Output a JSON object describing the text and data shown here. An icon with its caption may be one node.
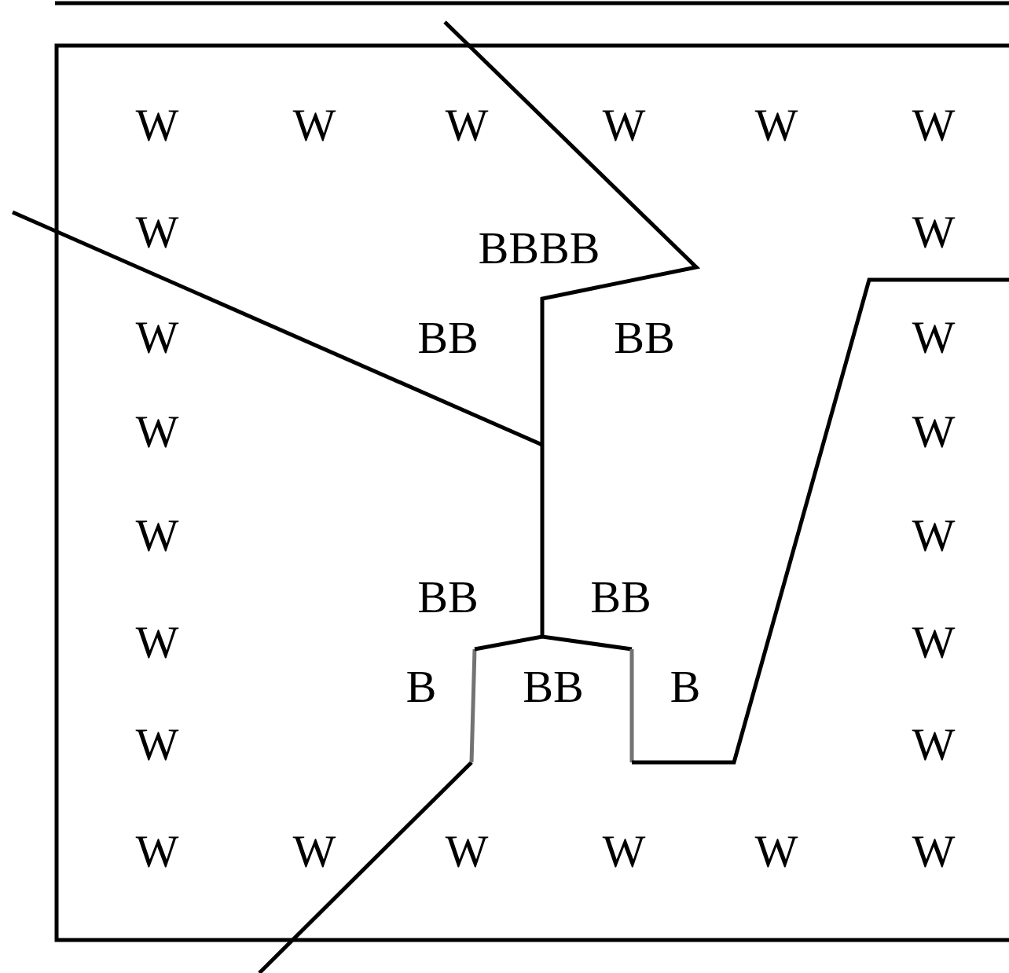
{
  "diagram": {
    "labels": [
      "W",
      "W",
      "W",
      "W",
      "W",
      "W",
      "W",
      "BBBB",
      "W",
      "W",
      "BB",
      "BB",
      "W",
      "W",
      "W",
      "W",
      "W",
      "BB",
      "BB",
      "W",
      "W",
      "B",
      "BB",
      "B",
      "W",
      "W",
      "W",
      "W",
      "W",
      "W",
      "W",
      "W"
    ]
  }
}
